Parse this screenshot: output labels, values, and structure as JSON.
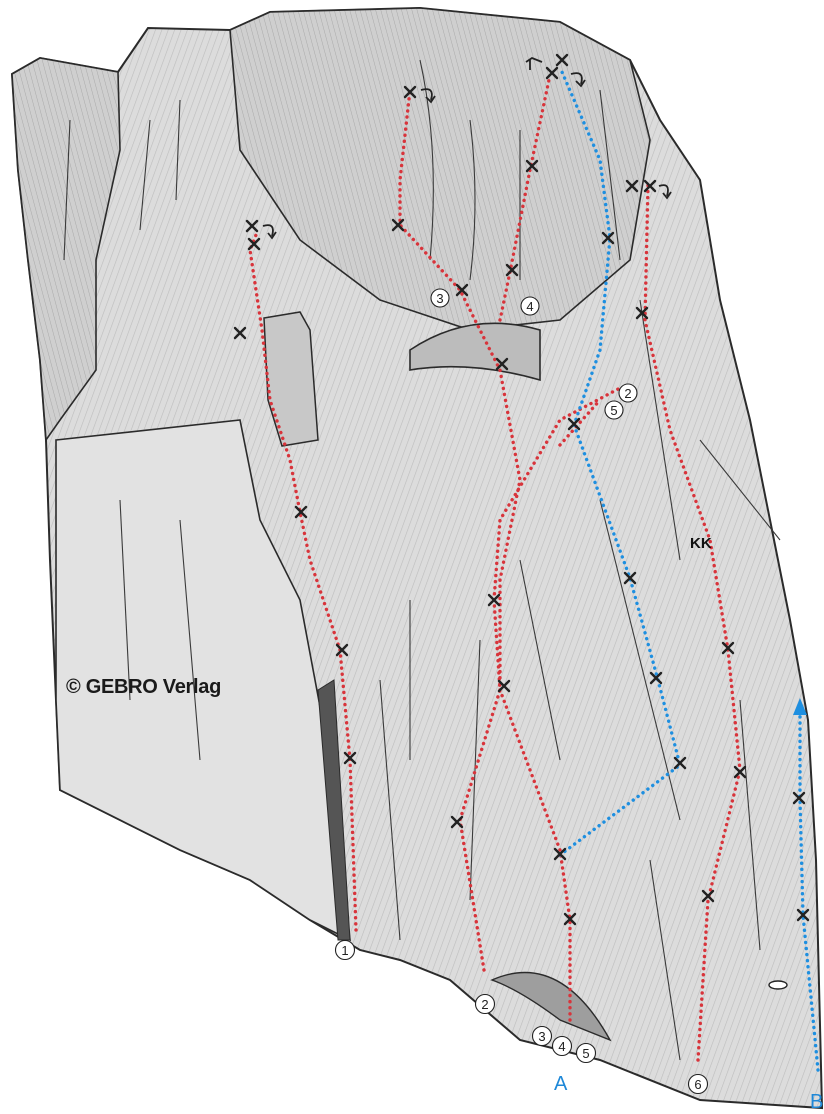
{
  "copyright": "© GEBRO Verlag",
  "marker_kk": "KK",
  "colors": {
    "route_red": "#d8343b",
    "route_blue": "#1e8fe0",
    "rock_fill": "#d9d9d9",
    "rock_line": "#2b2b2b"
  },
  "route_numbers": {
    "r1_start": "1",
    "r2_start": "2",
    "r3_start": "3",
    "r4_start": "4",
    "r5_start": "5",
    "r6_start": "6",
    "r3_mid": "3",
    "r4_mid": "4",
    "r2_mid": "2",
    "r5_mid": "5"
  },
  "blue_routes": {
    "a_label": "A",
    "b_label": "B"
  }
}
